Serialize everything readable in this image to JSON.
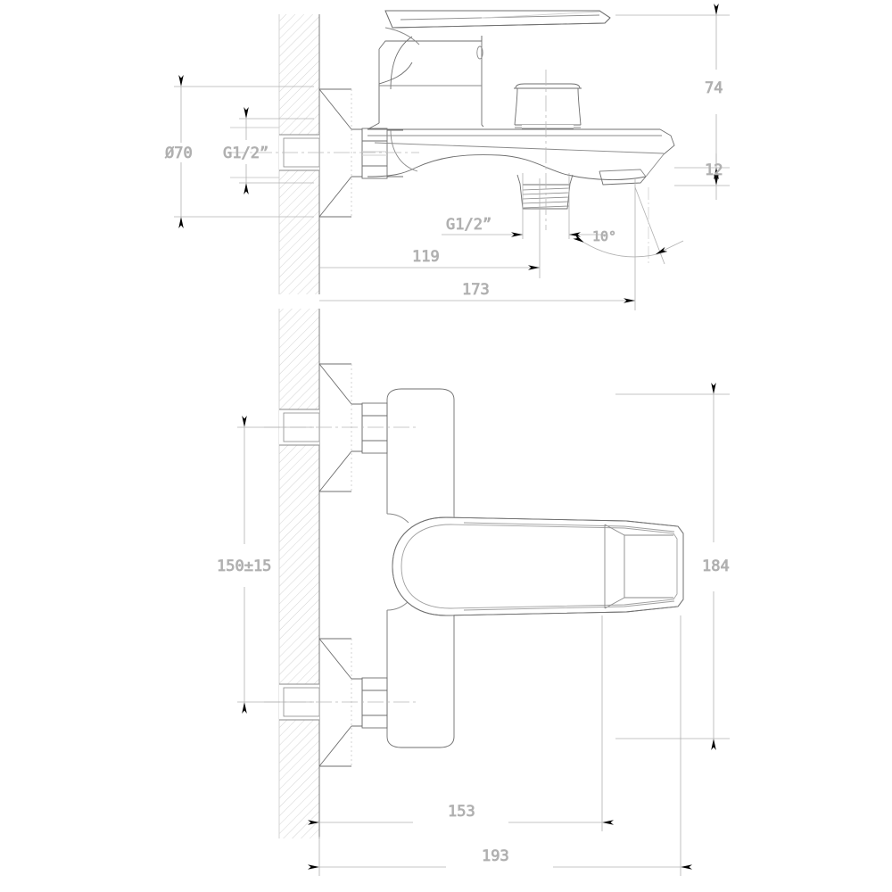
{
  "drawing": {
    "type": "engineering-technical-drawing",
    "subject": "wall-mounted bath/shower mixer tap",
    "views": [
      {
        "id": "side-view",
        "name": "Side section view (upper)"
      },
      {
        "id": "front-view",
        "name": "Front view (lower)"
      }
    ],
    "line_color": "#6f6f6f",
    "dim_color": "#b0b0b0",
    "arrow_color": "#000000",
    "hatch_color": "#cfcfcf"
  },
  "dimensions": {
    "flange_diameter": "Ø70",
    "inlet_thread": "G1/2”",
    "outlet_thread": "G1/2”",
    "spout_reach_short": "119",
    "spout_reach_total": "173",
    "spout_height": "74",
    "spout_tip_thickness": "12",
    "spout_angle": "10°",
    "inlet_centre_distance": "150±15",
    "body_height": "184",
    "body_width_short": "153",
    "body_width_total": "193"
  },
  "labels": {
    "d70": "Ø70",
    "g12_inlet": "G1/2”",
    "g12_outlet": "G1/2”",
    "n119": "119",
    "n173": "173",
    "n74": "74",
    "n12": "12",
    "a10": "10°",
    "n150": "150±15",
    "n184": "184",
    "n153": "153",
    "n193": "193"
  }
}
